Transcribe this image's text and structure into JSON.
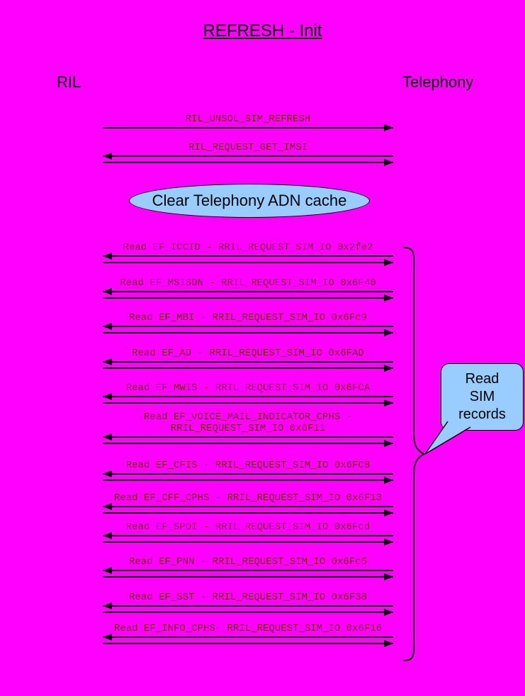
{
  "title": "REFRESH - Init",
  "actors": {
    "left": "RIL",
    "right": "Telephony"
  },
  "note_ellipse": "Clear Telephony ADN cache",
  "callout": "Read\nSIM\nrecords",
  "colors": {
    "background": "#FF00FF",
    "note_fill": "#99CCFF",
    "message_label_text": "#7a2020",
    "line_color": "#000000"
  },
  "messages": [
    {
      "label": "RIL_UNSOL_SIM_REFRESH",
      "arrows": "right"
    },
    {
      "label": "RIL_REQUEST_GET_IMSI",
      "arrows": "request-response"
    },
    {
      "label": "Read EF_ICCID - RRIL_REQUEST_SIM_IO 0x2fe2",
      "arrows": "request-response"
    },
    {
      "label": "Read EF_MSISDN - RRIL_REQUEST_SIM_IO 0x6F40",
      "arrows": "request-response"
    },
    {
      "label": "Read EF_MBI - RRIL_REQUEST_SIM_IO 0x6Fc9",
      "arrows": "request-response"
    },
    {
      "label": "Read EF_AD - RRIL_REQUEST_SIM_IO 0x6FAD",
      "arrows": "request-response"
    },
    {
      "label": "Read EF_MWIS - RRIL_REQUEST_SIM_IO 0x6FCA",
      "arrows": "request-response"
    },
    {
      "label": "Read EF_VOICE_MAIL_INDICATOR_CPHS - RRIL_REQUEST_SIM_IO 0x6F11",
      "arrows": "request-response"
    },
    {
      "label": "Read EF_CFIS - RRIL_REQUEST_SIM_IO 0x6FCB",
      "arrows": "request-response"
    },
    {
      "label": "Read EF_CFF_CPHS - RRIL_REQUEST_SIM_IO 0x6F13",
      "arrows": "request-response"
    },
    {
      "label": "Read EF_SPDI - RRIL_REQUEST_SIM_IO 0x6Fcd",
      "arrows": "request-response"
    },
    {
      "label": "Read EF_PNN - RRIL_REQUEST_SIM_IO 0x6Fc5",
      "arrows": "request-response"
    },
    {
      "label": "Read EF_SST - RRIL_REQUEST_SIM_IO 0x6F38",
      "arrows": "request-response"
    },
    {
      "label": "Read EF_INFO_CPHS- RRIL_REQUEST_SIM_IO 0x6F16",
      "arrows": "request-response"
    }
  ]
}
